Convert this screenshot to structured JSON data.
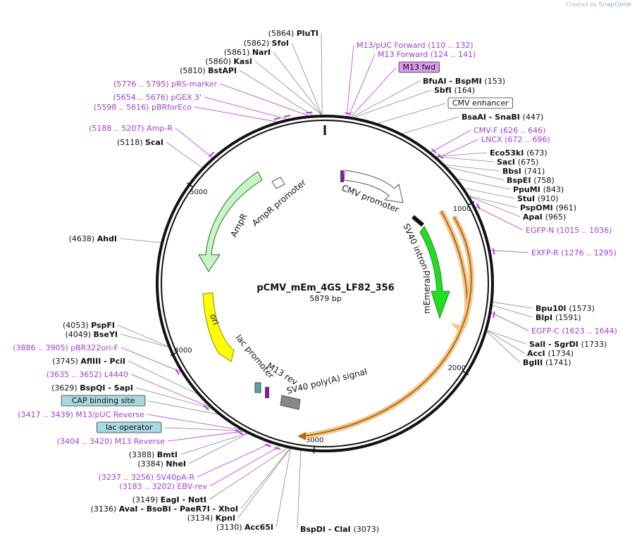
{
  "credit": {
    "created_by": "Created by",
    "brand": "SnapGene"
  },
  "plasmid": {
    "name": "pCMV_mEm_4GS_LF82_356",
    "length": "5879 bp"
  },
  "ticks": [
    {
      "label": "1000",
      "bp": 1000
    },
    {
      "label": "2000",
      "bp": 2000
    },
    {
      "label": "3000",
      "bp": 3000
    },
    {
      "label": "4000",
      "bp": 4000
    },
    {
      "label": "5000",
      "bp": 5000
    }
  ],
  "features": [
    {
      "name": "CMV promoter",
      "color": "#ffffff"
    },
    {
      "name": "SV40 intron",
      "color": "#111111"
    },
    {
      "name": "mEmerald",
      "color": "#22dd22"
    },
    {
      "name": "SV40 poly(A) signal",
      "color": "#888888"
    },
    {
      "name": "M13 rev",
      "color": "#6b2a8c"
    },
    {
      "name": "lac promoter",
      "color": "#5aa0a8"
    },
    {
      "name": "ori",
      "color": "#ffff00"
    },
    {
      "name": "AmpR",
      "color": "#c8f5c8"
    },
    {
      "name": "AmpR promoter",
      "color": "#ffffff"
    }
  ],
  "labels_left": [
    {
      "num": "(5864)",
      "name": "PluTI"
    },
    {
      "num": "(5862)",
      "name": "SfoI"
    },
    {
      "num": "(5861)",
      "name": "NarI"
    },
    {
      "num": "(5860)",
      "name": "KasI"
    },
    {
      "num": "(5810)",
      "name": "BstAPI"
    },
    {
      "primer": "(5776 .. 5795)  pRS-marker"
    },
    {
      "primer": "(5654 .. 5676)  pGEX 3'"
    },
    {
      "primer": "(5598 .. 5616)  pBRforEco"
    },
    {
      "primer": "(5188 .. 5207)  Amp-R"
    },
    {
      "num": "(5118)",
      "name": "ScaI"
    },
    {
      "num": "(4638)",
      "name": "AhdI"
    },
    {
      "num": "(4053)",
      "name": "PspFI"
    },
    {
      "num": "(4049)",
      "name": "BseYI"
    },
    {
      "primer": "(3886 .. 3905)  pBR322ori-F"
    },
    {
      "num": "(3745)",
      "name": "AflIII   -  PciI"
    },
    {
      "primer": "(3635 .. 3652)  L4440"
    },
    {
      "num": "(3629)",
      "name": "BspQI   -  SapI"
    },
    {
      "box": "CAP binding site"
    },
    {
      "primer": "(3417 .. 3439)  M13/pUC Reverse"
    },
    {
      "box": "lac operator"
    },
    {
      "primer": "(3404 .. 3420)  M13 Reverse"
    },
    {
      "num": "(3388)",
      "name": "BmtI"
    },
    {
      "num": "(3384)",
      "name": "NheI"
    },
    {
      "primer": "(3237 .. 3256)  SV40pA-R"
    },
    {
      "primer": "(3183 .. 3202)  EBV-rev"
    },
    {
      "num": "(3149)",
      "name": "EagI   -  NotI"
    },
    {
      "num": "(3136)",
      "name": "AvaI   -  BsoBI   -  PaeR7I   -  XhoI"
    },
    {
      "num": "(3134)",
      "name": "KpnI"
    },
    {
      "num": "(3130)",
      "name": "Acc65I"
    }
  ],
  "labels_right": [
    {
      "primer": "M13/pUC Forward    (110 .. 132)"
    },
    {
      "primer": "M13 Forward    (124 .. 141)"
    },
    {
      "boxp": "M13 fwd"
    },
    {
      "name": "BfuAI   -  BspMI",
      "num": "(153)"
    },
    {
      "name": "SbfI",
      "num": "(164)"
    },
    {
      "box": "CMV enhancer"
    },
    {
      "name": "BsaAI   -  SnaBI",
      "num": "(447)"
    },
    {
      "primer": "CMV-F    (626 .. 646)"
    },
    {
      "primer": "LNCX    (672 .. 696)"
    },
    {
      "name": "Eco53kI",
      "num": "(673)"
    },
    {
      "name": "SacI",
      "num": "(675)"
    },
    {
      "name": "BbsI",
      "num": "(741)"
    },
    {
      "name": "BspEI",
      "num": "(758)"
    },
    {
      "name": "PpuMI",
      "num": "(843)"
    },
    {
      "name": "StuI",
      "num": "(910)"
    },
    {
      "name": "PspOMI",
      "num": "(961)"
    },
    {
      "name": "ApaI",
      "num": "(965)"
    },
    {
      "primer": "EGFP-N    (1015 .. 1036)"
    },
    {
      "primer": "EXFP-R    (1276 .. 1295)"
    },
    {
      "name": "Bpu10I",
      "num": "(1573)"
    },
    {
      "name": "BlpI",
      "num": "(1591)"
    },
    {
      "primer": "EGFP-C    (1623 .. 1644)"
    },
    {
      "name": "SalI   -  SgrDI",
      "num": "(1733)"
    },
    {
      "name": "AccI",
      "num": "(1734)"
    },
    {
      "name": "BglII",
      "num": "(1741)"
    },
    {
      "name": "BspDI   -  ClaI",
      "num": "(3073)"
    }
  ]
}
